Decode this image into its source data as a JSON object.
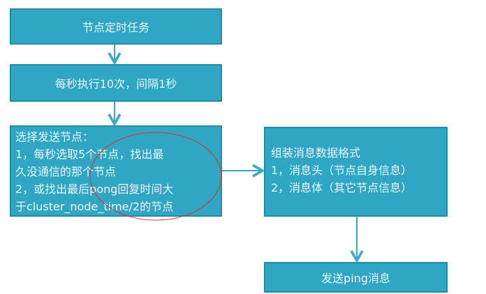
{
  "nodes": {
    "timer_task": "节点定时任务",
    "frequency": "每秒执行10次，间隔1秒",
    "select_nodes": {
      "title": "选择发送节点：",
      "lines": [
        "1，每秒选取5个节点，找出最",
        "久没通信的那个节点",
        "2，或找出最后pong回复时间大",
        "于cluster_node_time/2的节点"
      ]
    },
    "assemble": {
      "title": "组装消息数据格式",
      "lines": [
        "1，消息头（节点自身信息）",
        "2，消息体（其它节点信息）"
      ]
    },
    "send": "发送ping消息"
  },
  "colors": {
    "box": "#2fa6c3",
    "border": "#278aa5",
    "arrow": "#3ba9c6",
    "highlight": "#e0302a"
  }
}
